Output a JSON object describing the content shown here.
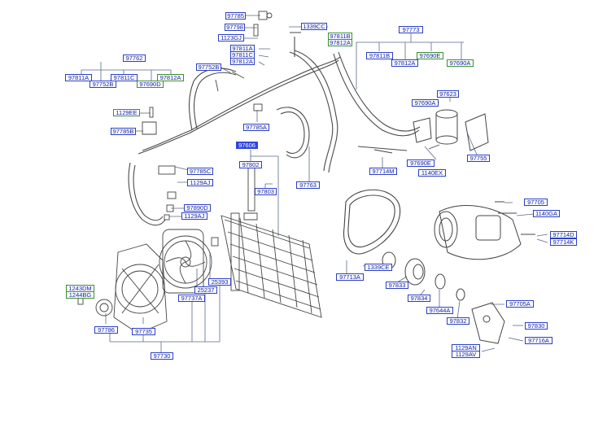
{
  "diagram": {
    "labels": [
      "97785",
      "97798",
      "1339CC",
      "1123GJ",
      "97811B",
      "97812A",
      "97773",
      "97811A",
      "97811C",
      "97812A",
      "97762",
      "97752B",
      "97811A",
      "97752B",
      "97811C",
      "97690D",
      "97812A",
      "97811B",
      "97812A",
      "97690E",
      "97690A",
      "97623",
      "97690A",
      "1129EE",
      "97785B",
      "97785A",
      "97755",
      "97606",
      "97802",
      "97785C",
      "1129AJ",
      "97803",
      "97714M",
      "97690E",
      "1140EX",
      "97763",
      "97890D",
      "1129AJ",
      "97705",
      "1140GA",
      "97714D",
      "97714K",
      "25393",
      "25237",
      "1339CE",
      "97713A",
      "1243DM",
      "1244BG",
      "97737A",
      "97833",
      "97834",
      "97644A",
      "97705A",
      "97786",
      "97735",
      "97832",
      "97830",
      "97716A",
      "1129AN",
      "1129AV",
      "97730"
    ]
  }
}
